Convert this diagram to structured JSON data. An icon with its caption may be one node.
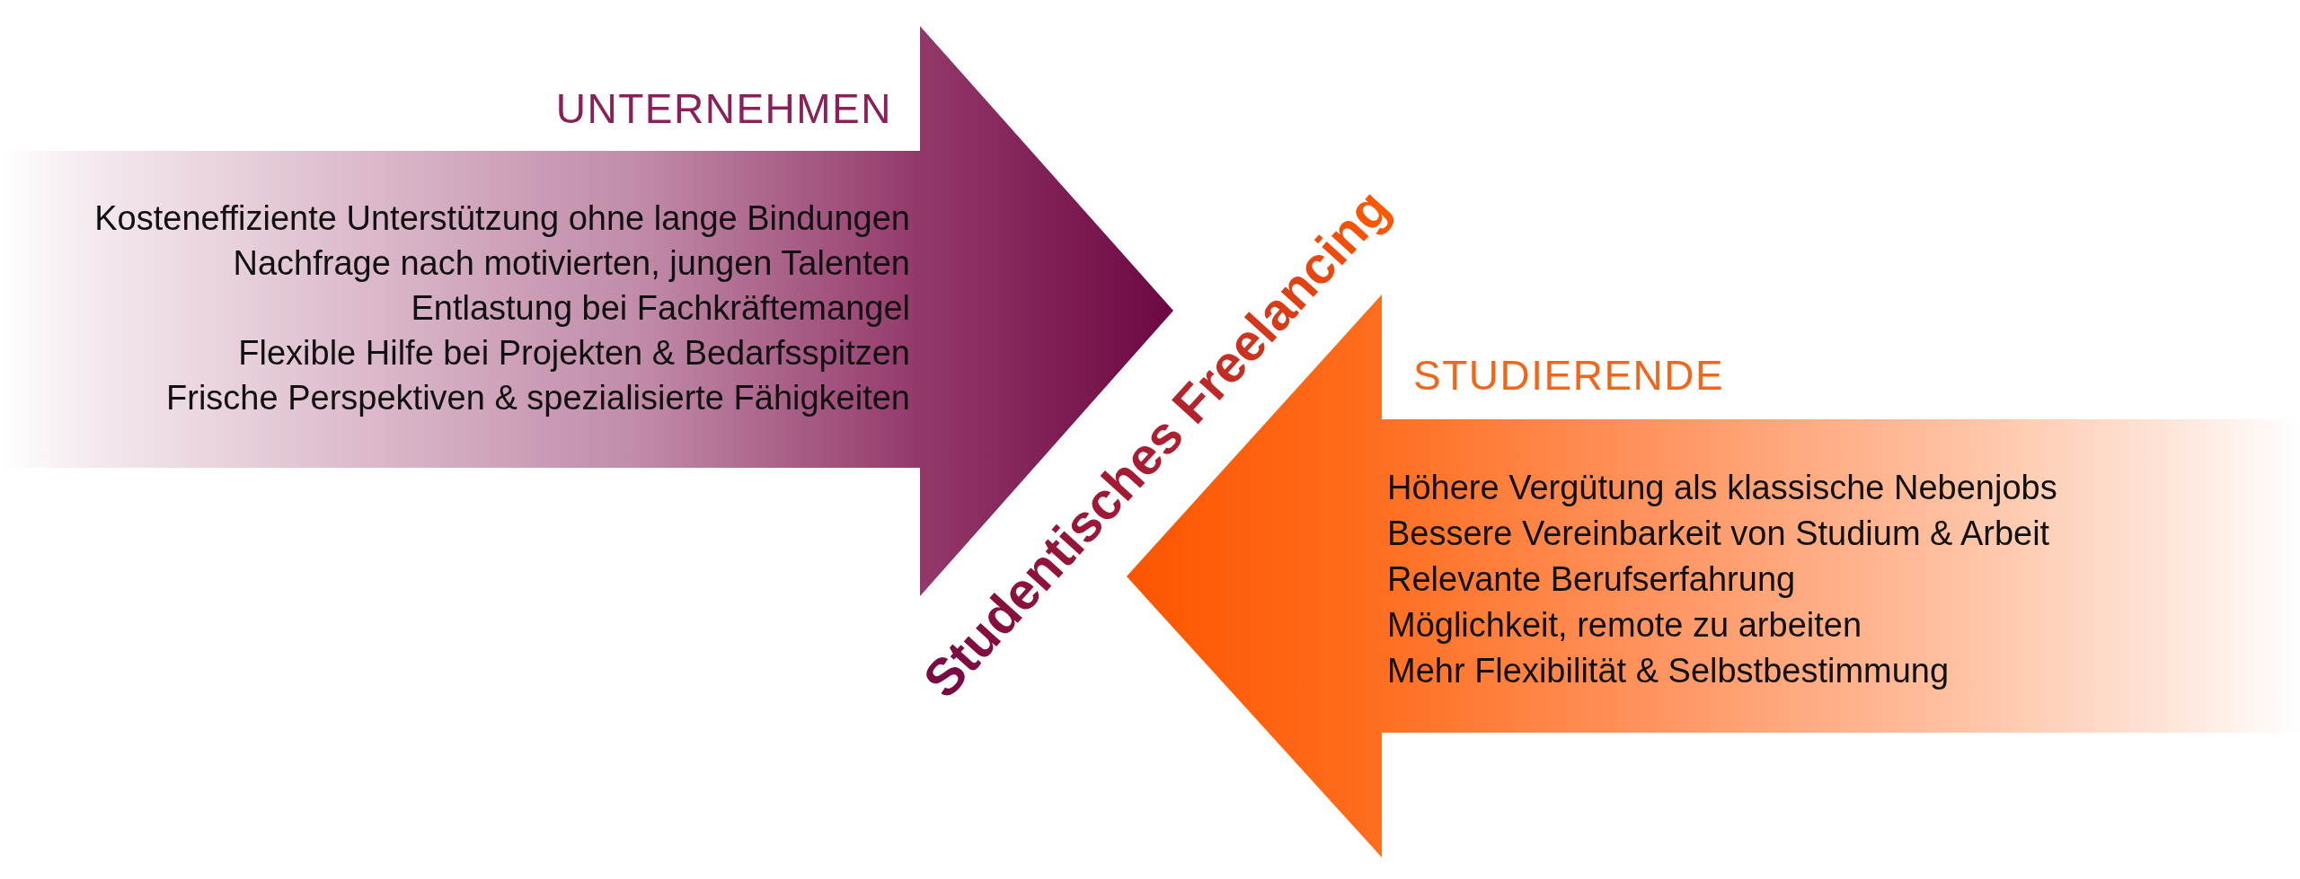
{
  "diagram": {
    "nodes": [
      {
        "text": [
          "UNTERNEHMEN",
          "Kosteneffiziente Unterstützung ohne lange Bindungen",
          "Nachfrage nach motivierten, jungen Talenten",
          "Entlastung bei Fachkräftemangel",
          "Flexible Hilfe bei Projekten & Bedarfsspitzen",
          "Frische Perspektiven & spezialisierte Fähigkeiten"
        ]
      },
      {
        "text": [
          "STUDIERENDE",
          "Höhere Vergütung als klassische Nebenjobs",
          "Bessere Vereinbarkeit von Studium & Arbeit",
          "Relevante Berufserfahrung",
          "Möglichkeit, remote zu arbeiten",
          "Mehr Flexibilität & Selbstbestimmung"
        ]
      }
    ],
    "labels": [
      "Studentisches Freelancing"
    ]
  }
}
